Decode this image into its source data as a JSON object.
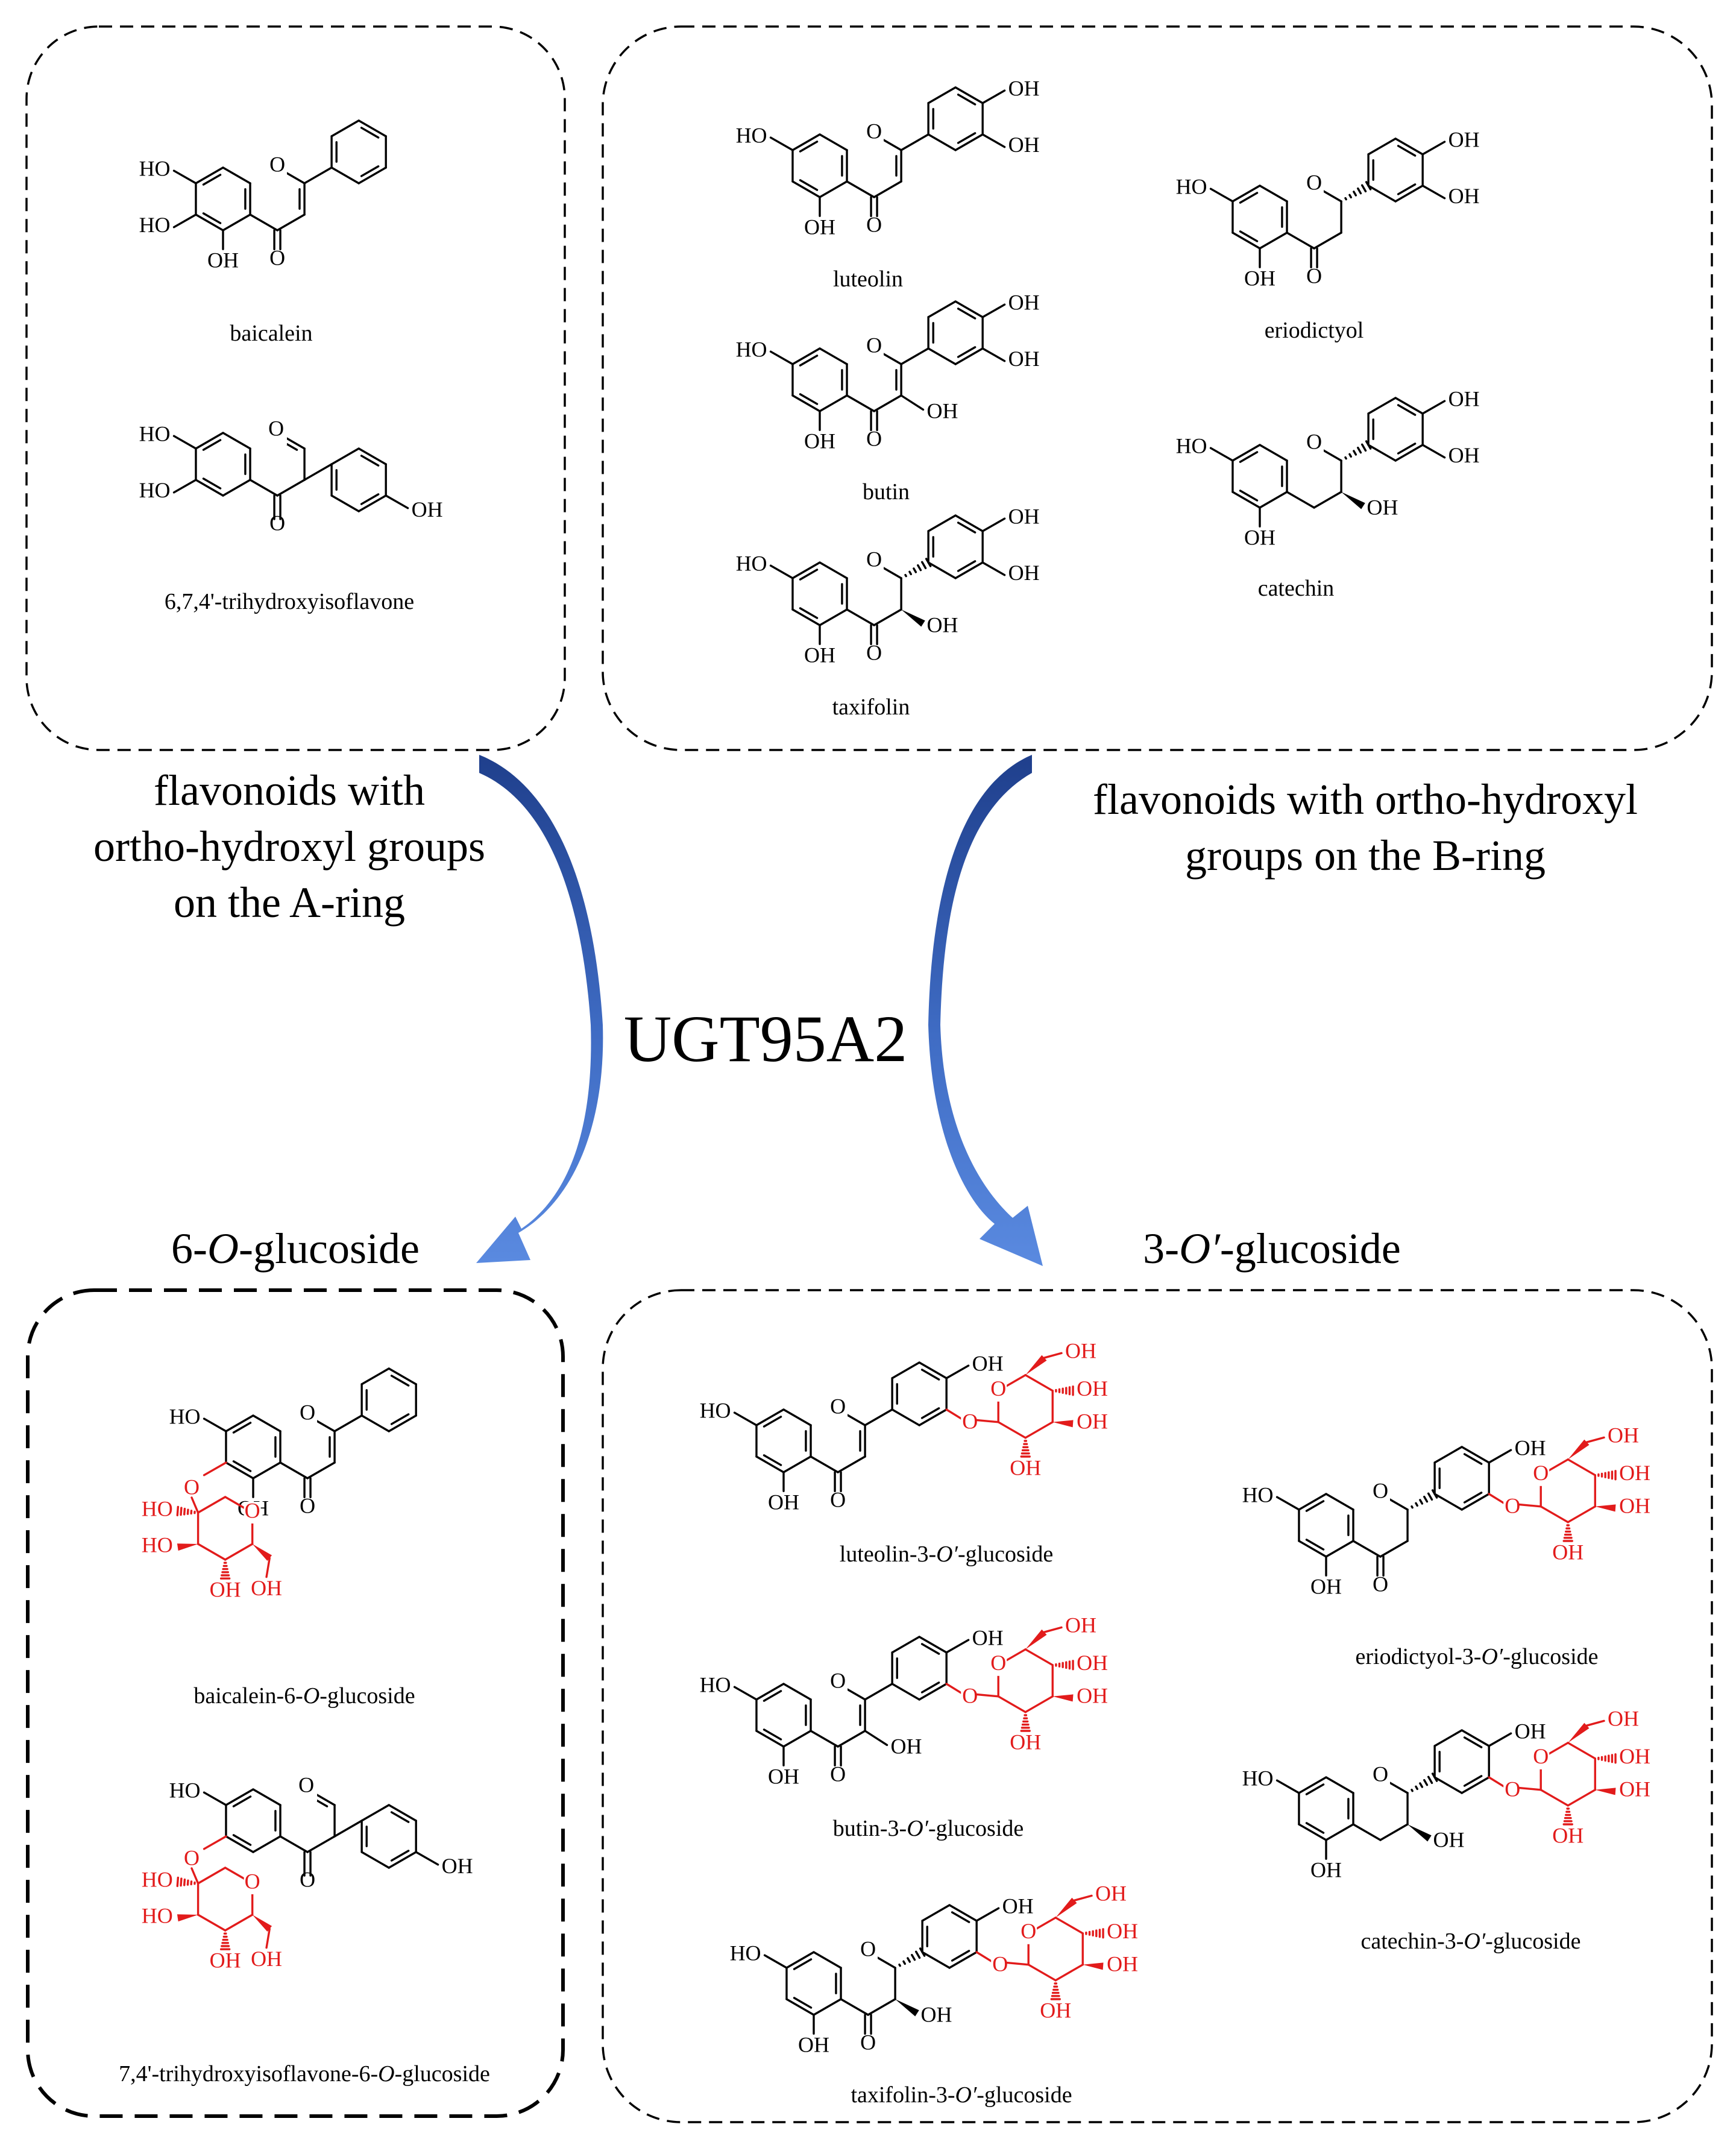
{
  "enzyme": "UGT95A2",
  "substrate_groups": {
    "a_ring": {
      "caption_lines": [
        "flavonoids with",
        "ortho-hydroxyl groups",
        "on the A-ring"
      ],
      "compounds": [
        "baicalein",
        "6,7,4'-trihydroxyisoflavone"
      ]
    },
    "b_ring": {
      "caption_lines": [
        "flavonoids with ortho-hydroxyl",
        "groups on the B-ring"
      ],
      "compounds": [
        "luteolin",
        "butin",
        "taxifolin",
        "eriodictyol",
        "catechin"
      ]
    }
  },
  "product_groups": {
    "o6": {
      "title_prefix": "6-",
      "title_italic": "O",
      "title_suffix": "-glucoside",
      "compounds": [
        {
          "prefix": "baicalein-6-",
          "italic": "O",
          "suffix": "-glucoside"
        },
        {
          "prefix": "7,4'-trihydroxyisoflavone-6-",
          "italic": "O",
          "suffix": "-glucoside"
        }
      ]
    },
    "o3": {
      "title_prefix": "3-",
      "title_italic": "O′",
      "title_suffix": "-glucoside",
      "compounds": [
        {
          "prefix": "luteolin-3-",
          "italic": "O′",
          "suffix": "-glucoside"
        },
        {
          "prefix": "butin-3-",
          "italic": "O′",
          "suffix": "-glucoside"
        },
        {
          "prefix": "taxifolin-3-",
          "italic": "O′",
          "suffix": "-glucoside"
        },
        {
          "prefix": "eriodictyol-3-",
          "italic": "O′",
          "suffix": "-glucoside"
        },
        {
          "prefix": "catechin-3-",
          "italic": "O′",
          "suffix": "-glucoside"
        }
      ]
    }
  },
  "atom_labels": {
    "oh": "OH",
    "ho": "HO",
    "o": "O"
  },
  "colors": {
    "sugar": "#e21b1b",
    "arrow_dark": "#1f3f8c",
    "arrow_light": "#4f80d8"
  }
}
